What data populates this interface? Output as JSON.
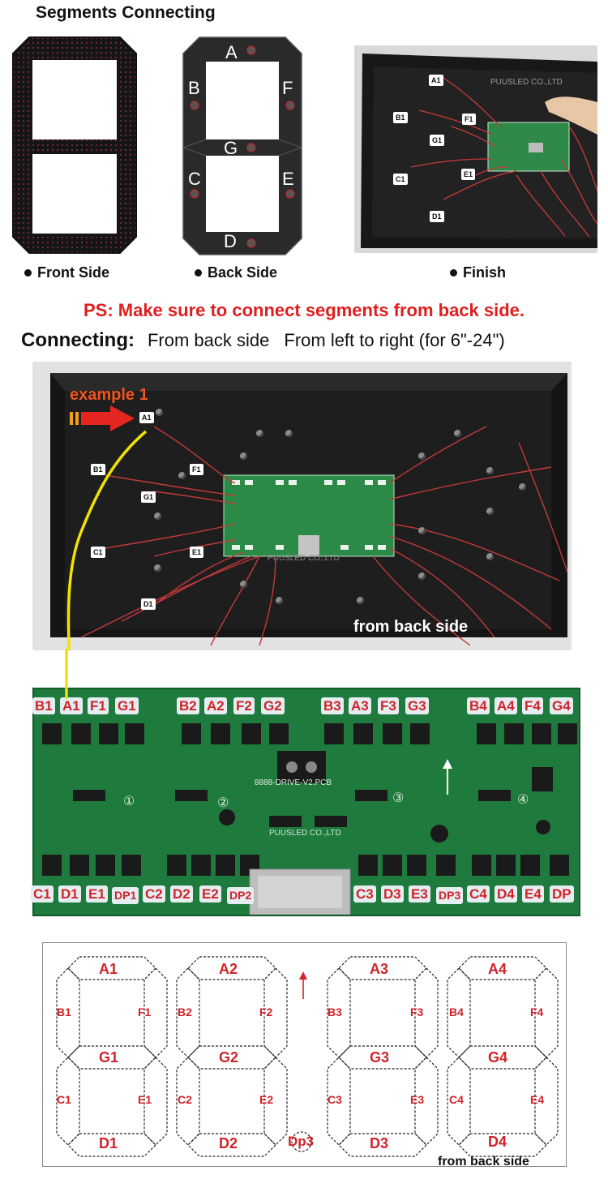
{
  "title": "Segments Connecting",
  "top_captions": {
    "front": "Front Side",
    "back": "Back Side",
    "finish": "Finish"
  },
  "back_side_letters": [
    "A",
    "B",
    "F",
    "G",
    "C",
    "E",
    "D"
  ],
  "finish_photo": {
    "watermark": "PUUSLED CO.,LTD",
    "tags": [
      "A1",
      "B1",
      "F1",
      "G1",
      "C1",
      "E1",
      "D1"
    ]
  },
  "ps_note": "PS: Make sure to connect segments from back side.",
  "connecting": {
    "label": "Connecting:",
    "part1": "From back side",
    "part2": "From left to right (for 6\"-24\")"
  },
  "back_photo": {
    "example_label": "example 1",
    "tags": [
      "A1",
      "B1",
      "F1",
      "G1",
      "C1",
      "E1",
      "D1"
    ],
    "watermark": "PUUSLED CO.,LTD",
    "caption": "from back side"
  },
  "pcb": {
    "top_pins": [
      "B1",
      "A1",
      "F1",
      "G1",
      "B2",
      "A2",
      "F2",
      "G2",
      "B3",
      "A3",
      "F3",
      "G3",
      "B4",
      "A4",
      "F4",
      "G4"
    ],
    "bottom_pins": [
      "C1",
      "D1",
      "E1",
      "DP1",
      "C2",
      "D2",
      "E2",
      "DP2",
      "C3",
      "D3",
      "E3",
      "DP3",
      "C4",
      "D4",
      "E4",
      "DP"
    ],
    "board_label": "8888-DRIVE-V2.PCB",
    "watermark": "PUUSLED CO.,LTD",
    "circled": [
      "①",
      "②",
      "③",
      "④"
    ]
  },
  "diagram": {
    "digits": [
      {
        "a": "A1",
        "b": "B1",
        "f": "F1",
        "g": "G1",
        "c": "C1",
        "e": "E1",
        "d": "D1"
      },
      {
        "a": "A2",
        "b": "B2",
        "f": "F2",
        "g": "G2",
        "c": "C2",
        "e": "E2",
        "d": "D2"
      },
      {
        "a": "A3",
        "b": "B3",
        "f": "F3",
        "g": "G3",
        "c": "C3",
        "e": "E3",
        "d": "D3"
      },
      {
        "a": "A4",
        "b": "B4",
        "f": "F4",
        "g": "G4",
        "c": "C4",
        "e": "E4",
        "d": "D4"
      }
    ],
    "dp_label": "Dp3",
    "caption": "from back side"
  },
  "colors": {
    "red": "#d2232a",
    "pcb_green": "#1f7a3e",
    "panel_black": "#1b1b1b",
    "yellow_wire": "#f2e200"
  }
}
